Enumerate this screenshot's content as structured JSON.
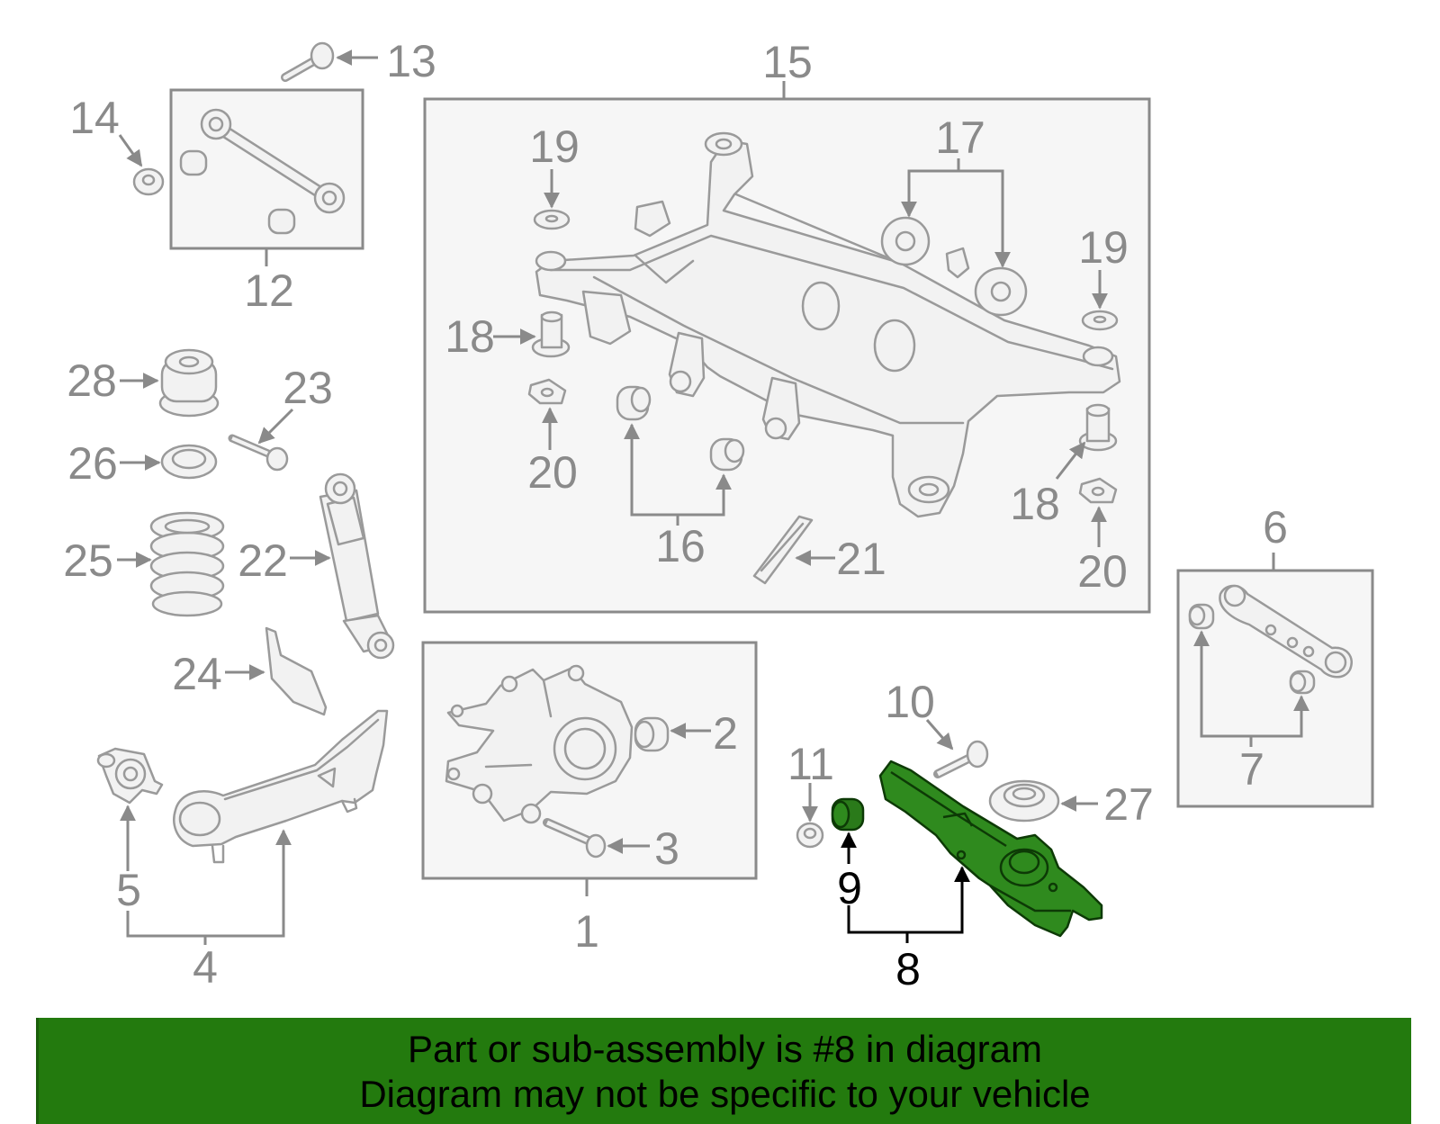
{
  "callouts": {
    "n1": "1",
    "n2": "2",
    "n3": "3",
    "n4": "4",
    "n5": "5",
    "n6": "6",
    "n7": "7",
    "n8": "8",
    "n9": "9",
    "n10": "10",
    "n11": "11",
    "n12": "12",
    "n13": "13",
    "n14": "14",
    "n15": "15",
    "n16": "16",
    "n17": "17",
    "n18a": "18",
    "n18b": "18",
    "n19a": "19",
    "n19b": "19",
    "n20a": "20",
    "n20b": "20",
    "n21": "21",
    "n22": "22",
    "n23": "23",
    "n24": "24",
    "n25": "25",
    "n26": "26",
    "n27": "27",
    "n28": "28"
  },
  "highlight": {
    "part_number": "8",
    "color": "#2f8a1e"
  },
  "banner": {
    "line1": "Part or sub-assembly is #8 in diagram",
    "line2": "Diagram may not be specific to your vehicle",
    "background": "#237a0e"
  }
}
